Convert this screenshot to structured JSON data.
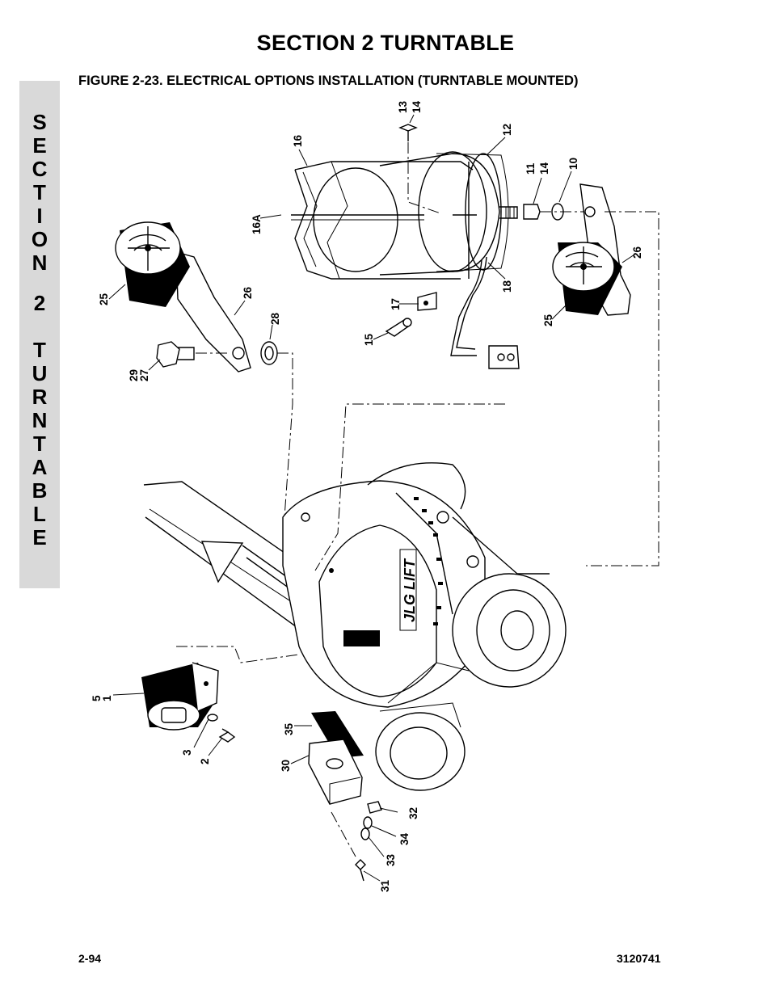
{
  "header": {
    "section_title": "SECTION 2   TURNTABLE",
    "figure_title": "FIGURE 2-23.  ELECTRICAL OPTIONS INSTALLATION (TURNTABLE MOUNTED)"
  },
  "side_tab": {
    "letters": [
      "S",
      "E",
      "C",
      "T",
      "I",
      "O",
      "N",
      "",
      "2",
      "",
      "T",
      "U",
      "R",
      "N",
      "T",
      "A",
      "B",
      "L",
      "E"
    ]
  },
  "figure": {
    "callouts": {
      "c13": "13",
      "c14a": "14",
      "c12": "12",
      "c16": "16",
      "c16a": "16A",
      "c11": "11",
      "c14b": "14",
      "c10": "10",
      "c26a": "26",
      "c25a": "25",
      "c18": "18",
      "c17": "17",
      "c15": "15",
      "c25b": "25",
      "c26b": "26",
      "c28": "28",
      "c29": "29",
      "c27": "27",
      "c5": "5",
      "c1": "1",
      "c3": "3",
      "c2": "2",
      "c35": "35",
      "c30": "30",
      "c32": "32",
      "c34": "34",
      "c33": "33",
      "c31": "31"
    },
    "logo_text": "JLG LIFT"
  },
  "footer": {
    "page_number": "2-94",
    "document_number": "3120741"
  }
}
